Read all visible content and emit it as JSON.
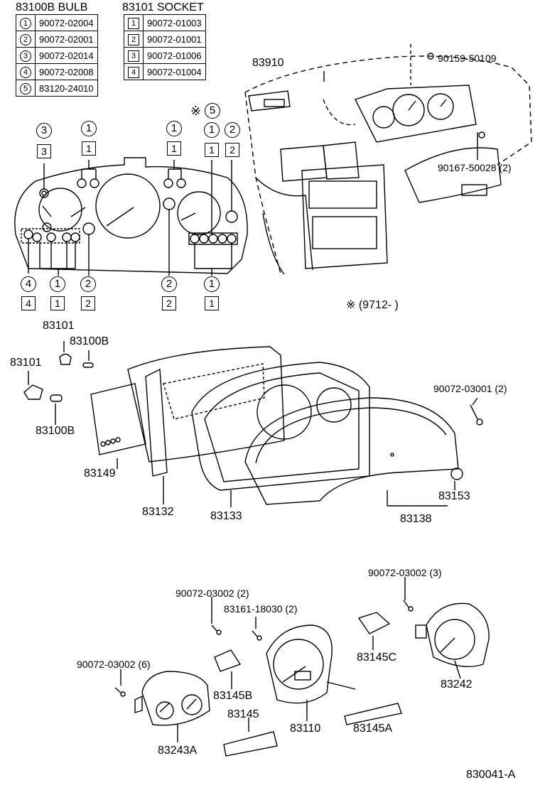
{
  "bulb_table": {
    "header": "83100B BULB",
    "rows": [
      {
        "mark": "1",
        "part": "90072-02004"
      },
      {
        "mark": "2",
        "part": "90072-02001"
      },
      {
        "mark": "3",
        "part": "90072-02014"
      },
      {
        "mark": "4",
        "part": "90072-02008"
      },
      {
        "mark": "5",
        "part": "83120-24010"
      }
    ]
  },
  "socket_table": {
    "header": "83101 SOCKET",
    "rows": [
      {
        "mark": "1",
        "part": "90072-01003"
      },
      {
        "mark": "2",
        "part": "90072-01001"
      },
      {
        "mark": "3",
        "part": "90072-01006"
      },
      {
        "mark": "4",
        "part": "90072-01004"
      }
    ]
  },
  "callouts": {
    "c3_top": "3",
    "s3_top": "3",
    "c1_a": "1",
    "s1_a": "1",
    "c1_b": "1",
    "s1_b": "1",
    "c1_c": "1",
    "s1_c": "1",
    "c2_top": "2",
    "s2_top": "2",
    "c5": "5",
    "c4_bot": "4",
    "s4_bot": "4",
    "c1_bot": "1",
    "s1_bot": "1",
    "c2_bot": "2",
    "s2_bot": "2",
    "c2_mid": "2",
    "s2_mid": "2",
    "c1_r": "1",
    "s1_r": "1"
  },
  "labels": {
    "mark5_prefix": "※",
    "note": "※ (9712-      )",
    "p83910": "83910",
    "p90159": "90159-50109",
    "p90167": "90167-50028 (2)",
    "p83101a": "83101",
    "p83100Ba": "83100B",
    "p83101b": "83101",
    "p83100Bb": "83100B",
    "p90072_03001": "90072-03001 (2)",
    "p83149": "83149",
    "p83132": "83132",
    "p83133": "83133",
    "p83138": "83138",
    "p83153": "83153",
    "p90072_03002_3": "90072-03002 (3)",
    "p90072_03002_2": "90072-03002 (2)",
    "p83161": "83161-18030 (2)",
    "p90072_03002_6": "90072-03002 (6)",
    "p83145C": "83145C",
    "p83242": "83242",
    "p83145B": "83145B",
    "p83145": "83145",
    "p83110": "83110",
    "p83145A": "83145A",
    "p83243A": "83243A",
    "diagram_id": "830041-A"
  }
}
